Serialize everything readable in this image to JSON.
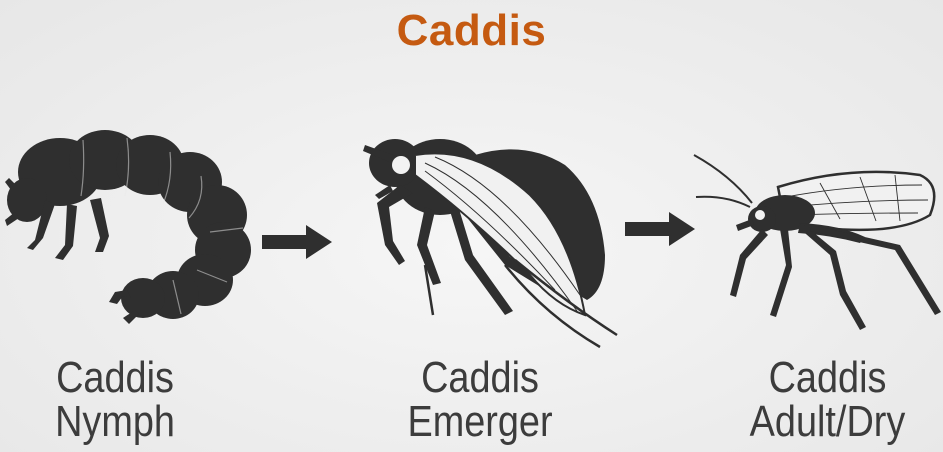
{
  "title": "Caddis",
  "stages": [
    {
      "line1": "Caddis",
      "line2": "Nymph"
    },
    {
      "line1": "Caddis",
      "line2": "Emerger"
    },
    {
      "line1": "Caddis",
      "line2": "Adult/Dry"
    }
  ],
  "colors": {
    "title": "#c55a11",
    "silhouette": "#2f2f2f",
    "caption": "#3c3c3c"
  },
  "icons": [
    "nymph-silhouette-icon",
    "arrow-right-icon",
    "emerger-silhouette-icon",
    "arrow-right-icon",
    "adult-silhouette-icon"
  ]
}
